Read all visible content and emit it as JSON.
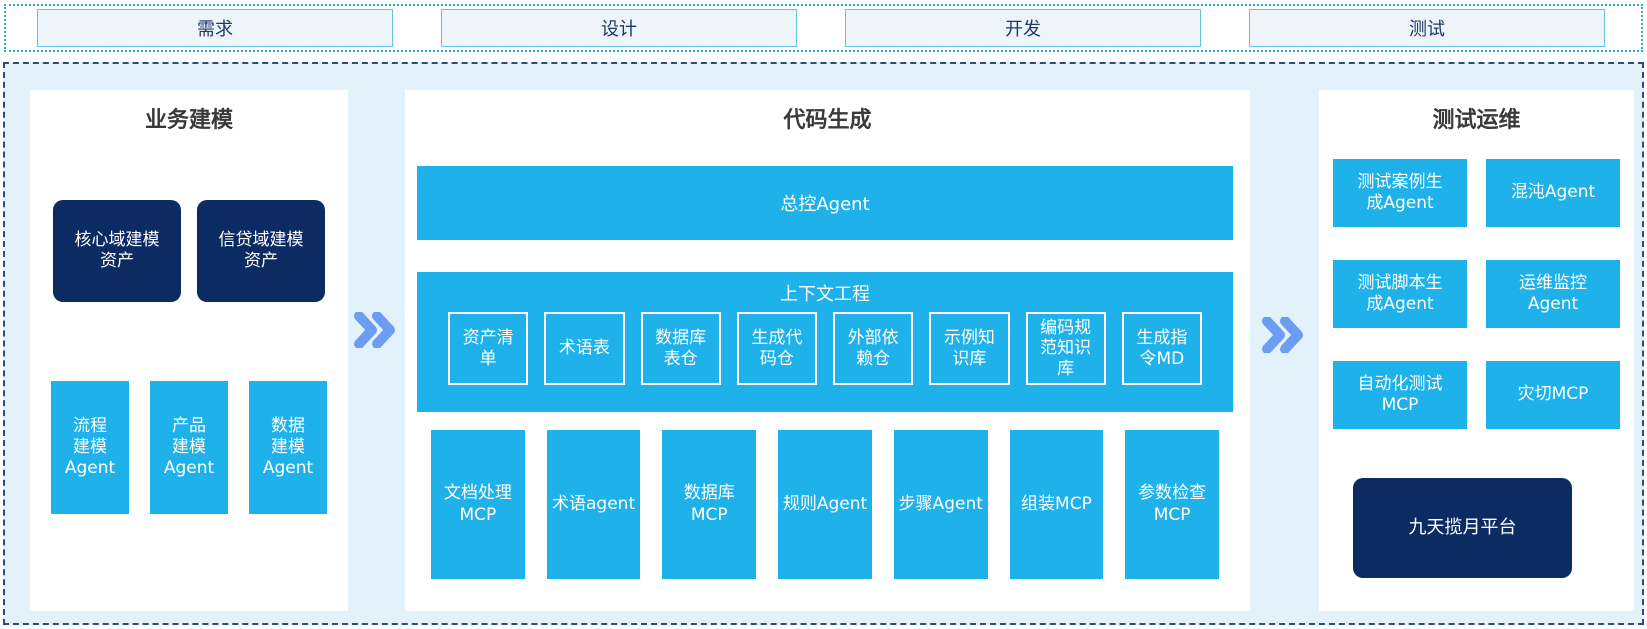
{
  "phases": [
    {
      "label": "需求"
    },
    {
      "label": "设计"
    },
    {
      "label": "开发"
    },
    {
      "label": "测试"
    }
  ],
  "business": {
    "title": "业务建模",
    "assets": [
      {
        "label": "核心域建模\n资产"
      },
      {
        "label": "信贷域建模\n资产"
      }
    ],
    "agents": [
      {
        "label": "流程\n建模\nAgent"
      },
      {
        "label": "产品\n建模\nAgent"
      },
      {
        "label": "数据\n建模\nAgent"
      }
    ]
  },
  "codegen": {
    "title": "代码生成",
    "master_agent": "总控Agent",
    "context": {
      "title": "上下文工程",
      "items": [
        {
          "label": "资产清\n单"
        },
        {
          "label": "术语表"
        },
        {
          "label": "数据库\n表仓"
        },
        {
          "label": "生成代\n码仓"
        },
        {
          "label": "外部依\n赖仓"
        },
        {
          "label": "示例知\n识库"
        },
        {
          "label": "编码规\n范知识\n库"
        },
        {
          "label": "生成指\n令MD"
        }
      ]
    },
    "tools": [
      {
        "label": "文档处理\nMCP"
      },
      {
        "label": "术语agent"
      },
      {
        "label": "数据库\nMCP"
      },
      {
        "label": "规则Agent"
      },
      {
        "label": "步骤Agent"
      },
      {
        "label": "组装MCP"
      },
      {
        "label": "参数检查\nMCP"
      }
    ]
  },
  "testops": {
    "title": "测试运维",
    "boxes": [
      {
        "label": "测试案例生\n成Agent"
      },
      {
        "label": "混沌Agent"
      },
      {
        "label": "测试脚本生\n成Agent"
      },
      {
        "label": "运维监控\nAgent"
      },
      {
        "label": "自动化测试\nMCP"
      },
      {
        "label": "灾切MCP"
      }
    ],
    "platform": "九天揽月平台"
  },
  "icons": {
    "flow_arrow": "double-chevron-right"
  },
  "colors": {
    "cyan_box": "#1FB1E9",
    "navy_box": "#0D2B63",
    "arrow_blue": "#6D9CF3",
    "canvas_bg": "#E3F1FB",
    "panel_bg": "#FFFFFF",
    "phase_box_bg": "#EDF4FA",
    "phase_box_border": "#67C3E0",
    "outer_dotted_border": "#29ABE2",
    "main_dashed_border": "#2D4E79",
    "title_text": "#3A3A3A",
    "phase_text": "#1F3864"
  }
}
